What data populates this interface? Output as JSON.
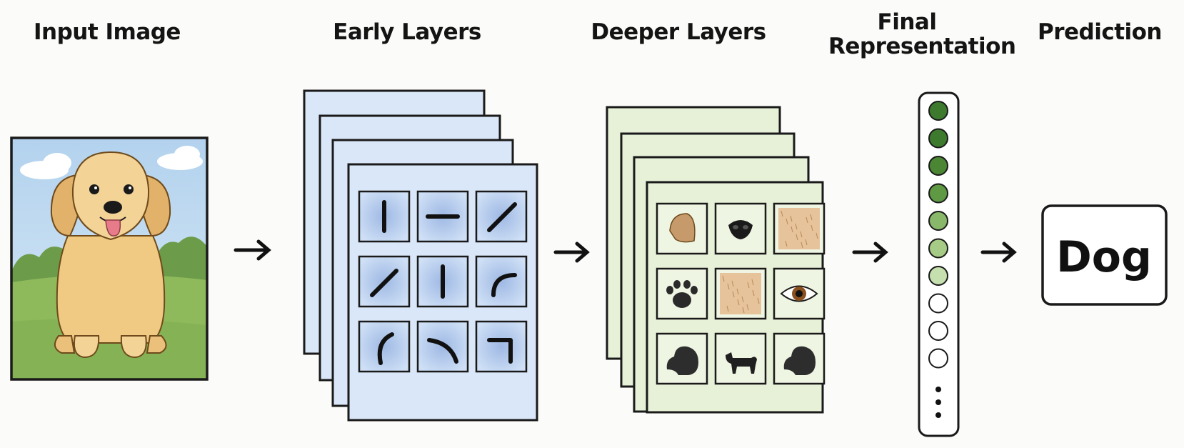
{
  "stages": [
    {
      "id": "input",
      "title": "Input Image"
    },
    {
      "id": "early",
      "title": "Early Layers"
    },
    {
      "id": "deeper",
      "title": "Deeper Layers"
    },
    {
      "id": "final",
      "title_lines": [
        "Final",
        "Representation"
      ]
    },
    {
      "id": "prediction",
      "title": "Prediction"
    }
  ],
  "prediction": {
    "label": "Dog"
  },
  "colors": {
    "early_fill": "#dae7f8",
    "deeper_fill": "#e7f1d8",
    "outline": "#1a1a1a",
    "node_dark": "#3d7a2e",
    "node_light": "#c6dfae"
  },
  "early_filters": [
    "vertical-edge",
    "horizontal-edge",
    "diagonal-edge",
    "diagonal-edge",
    "vertical-edge",
    "curve",
    "curve",
    "curve",
    "corner"
  ],
  "deeper_features": [
    "ear",
    "nose",
    "fur",
    "paw",
    "fur",
    "eye",
    "dog-head",
    "dog-body",
    "dog-head"
  ],
  "final_nodes": {
    "shades": [
      "#3d7a2e",
      "#3d7a2e",
      "#4a8634",
      "#5f9944",
      "#8ab86a",
      "#a5cb86",
      "#c6dfae",
      "#ffffff",
      "#ffffff",
      "#ffffff"
    ]
  }
}
